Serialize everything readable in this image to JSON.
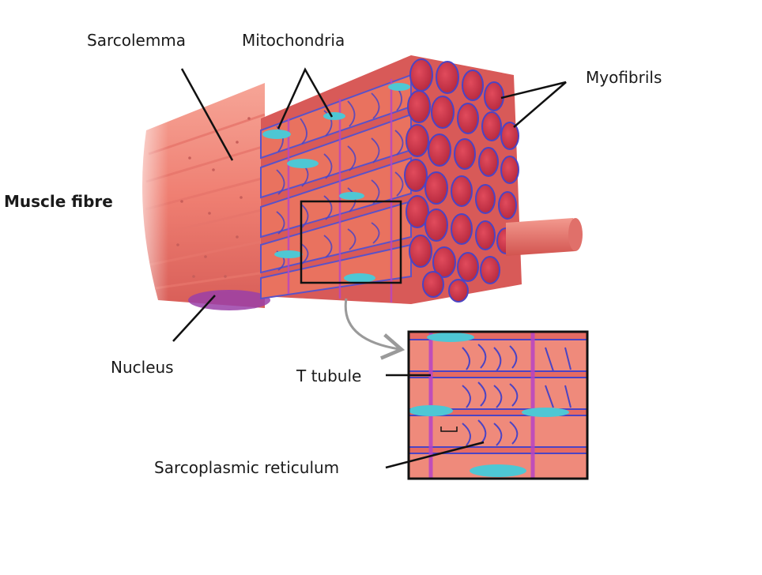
{
  "labels": {
    "sarcolemma": "Sarcolemma",
    "mitochondria": "Mitochondria",
    "myofibrils": "Myofibrils",
    "muscle_fibre": "Muscle fibre",
    "nucleus": "Nucleus",
    "t_tubule": "T tubule",
    "sarcoplasmic_reticulum": "Sarcoplasmic reticulum"
  },
  "colors": {
    "muscle_pink": "#f08878",
    "fibril_red": "#d9414f",
    "fibril_face": "#c72f45",
    "reticulum_blue": "#5a52c8",
    "mitochondria_cyan": "#4ec7d4",
    "tubule_magenta": "#b844c4",
    "nucleus_purple": "#9a3fa8",
    "outline": "#111111"
  }
}
